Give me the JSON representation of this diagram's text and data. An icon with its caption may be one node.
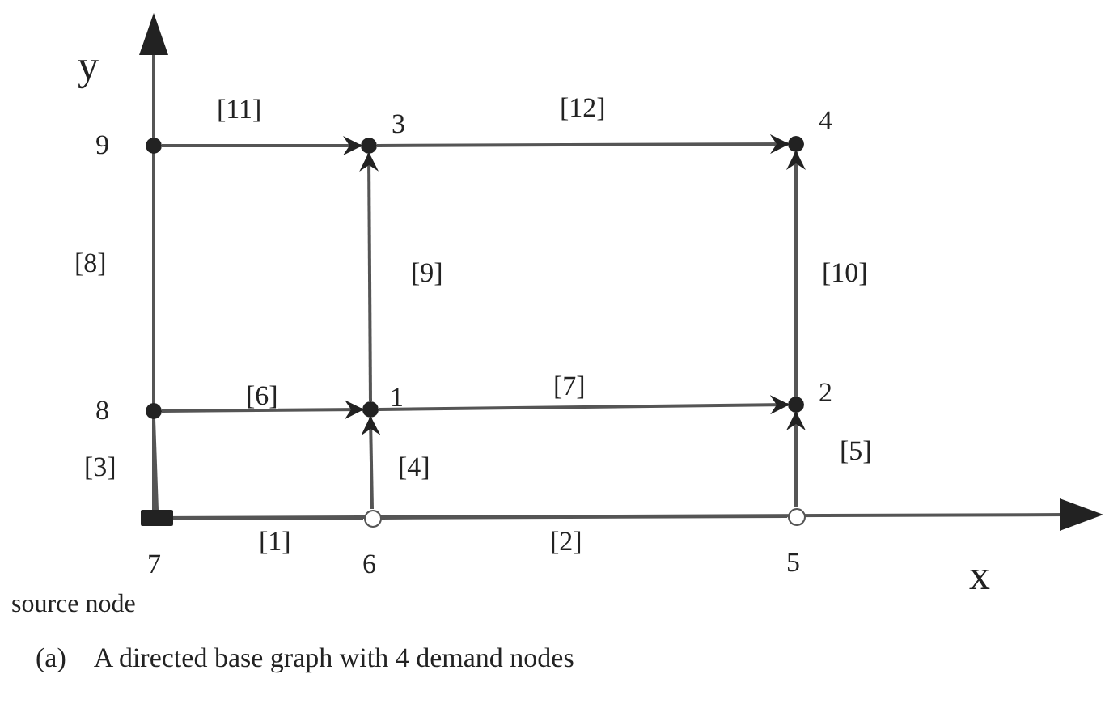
{
  "diagram": {
    "caption": "(a) A directed base graph with 4 demand nodes",
    "nodes": [
      {
        "text": [],
        "shape": "circle",
        "beside": [
          "9"
        ]
      },
      {
        "text": [],
        "shape": "circle",
        "beside": [
          "3"
        ]
      },
      {
        "text": [],
        "shape": "circle",
        "beside": [
          "4"
        ]
      },
      {
        "text": [],
        "shape": "circle",
        "beside": [
          "8"
        ]
      },
      {
        "text": [],
        "shape": "circle",
        "beside": [
          "1"
        ]
      },
      {
        "text": [],
        "shape": "circle",
        "beside": [
          "2"
        ]
      },
      {
        "text": [],
        "shape": "box",
        "beside": [
          "7",
          "source node"
        ]
      },
      {
        "text": [],
        "shape": "circle",
        "beside": [
          "6"
        ]
      },
      {
        "text": [],
        "shape": "circle",
        "beside": [
          "5"
        ]
      }
    ],
    "edges": [
      {
        "from": 6,
        "to": 7,
        "arrow": "none",
        "label": "[1]"
      },
      {
        "from": 7,
        "to": 8,
        "arrow": "none",
        "label": "[2]"
      },
      {
        "from": 6,
        "to": 3,
        "arrow": "none",
        "label": "[3]"
      },
      {
        "from": 7,
        "to": 4,
        "arrow": "to",
        "label": "[4]"
      },
      {
        "from": 8,
        "to": 5,
        "arrow": "to",
        "label": "[5]"
      },
      {
        "from": 3,
        "to": 4,
        "arrow": "to",
        "label": "[6]"
      },
      {
        "from": 4,
        "to": 5,
        "arrow": "to",
        "label": "[7]"
      },
      {
        "from": 3,
        "to": 0,
        "arrow": "none",
        "label": "[8]"
      },
      {
        "from": 4,
        "to": 1,
        "arrow": "to",
        "label": "[9]"
      },
      {
        "from": 5,
        "to": 2,
        "arrow": "to",
        "label": "[10]"
      },
      {
        "from": 0,
        "to": 1,
        "arrow": "to",
        "label": "[11]"
      },
      {
        "from": 1,
        "to": 2,
        "arrow": "to",
        "label": "[12]"
      }
    ],
    "labels": [
      "y",
      "x"
    ]
  }
}
